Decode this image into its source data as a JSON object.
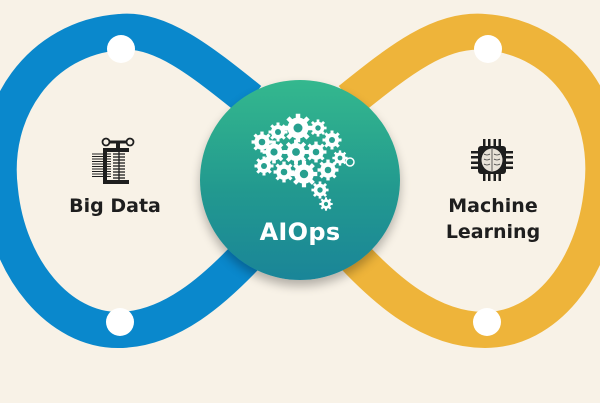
{
  "diagram": {
    "background_color": "#f8f2e7",
    "center": {
      "label": "AIOps",
      "icon": "brain-gears-icon",
      "gradient_top": "#34b88e",
      "gradient_bottom": "#1a8598"
    },
    "nodes": [
      {
        "label": "Big Data",
        "icon": "data-compression-clamp-icon",
        "ring_color": "#0a88cc",
        "position": "left"
      },
      {
        "label_line1": "Machine",
        "label_line2": "Learning",
        "icon": "ai-chip-brain-icon",
        "ring_color": "#eeb43a",
        "position": "right"
      }
    ],
    "ring_markers": [
      {
        "ring": "left",
        "position": "top",
        "color": "#ffffff"
      },
      {
        "ring": "left",
        "position": "bottom",
        "color": "#ffffff"
      },
      {
        "ring": "right",
        "position": "top",
        "color": "#ffffff"
      },
      {
        "ring": "right",
        "position": "bottom",
        "color": "#ffffff"
      }
    ]
  }
}
